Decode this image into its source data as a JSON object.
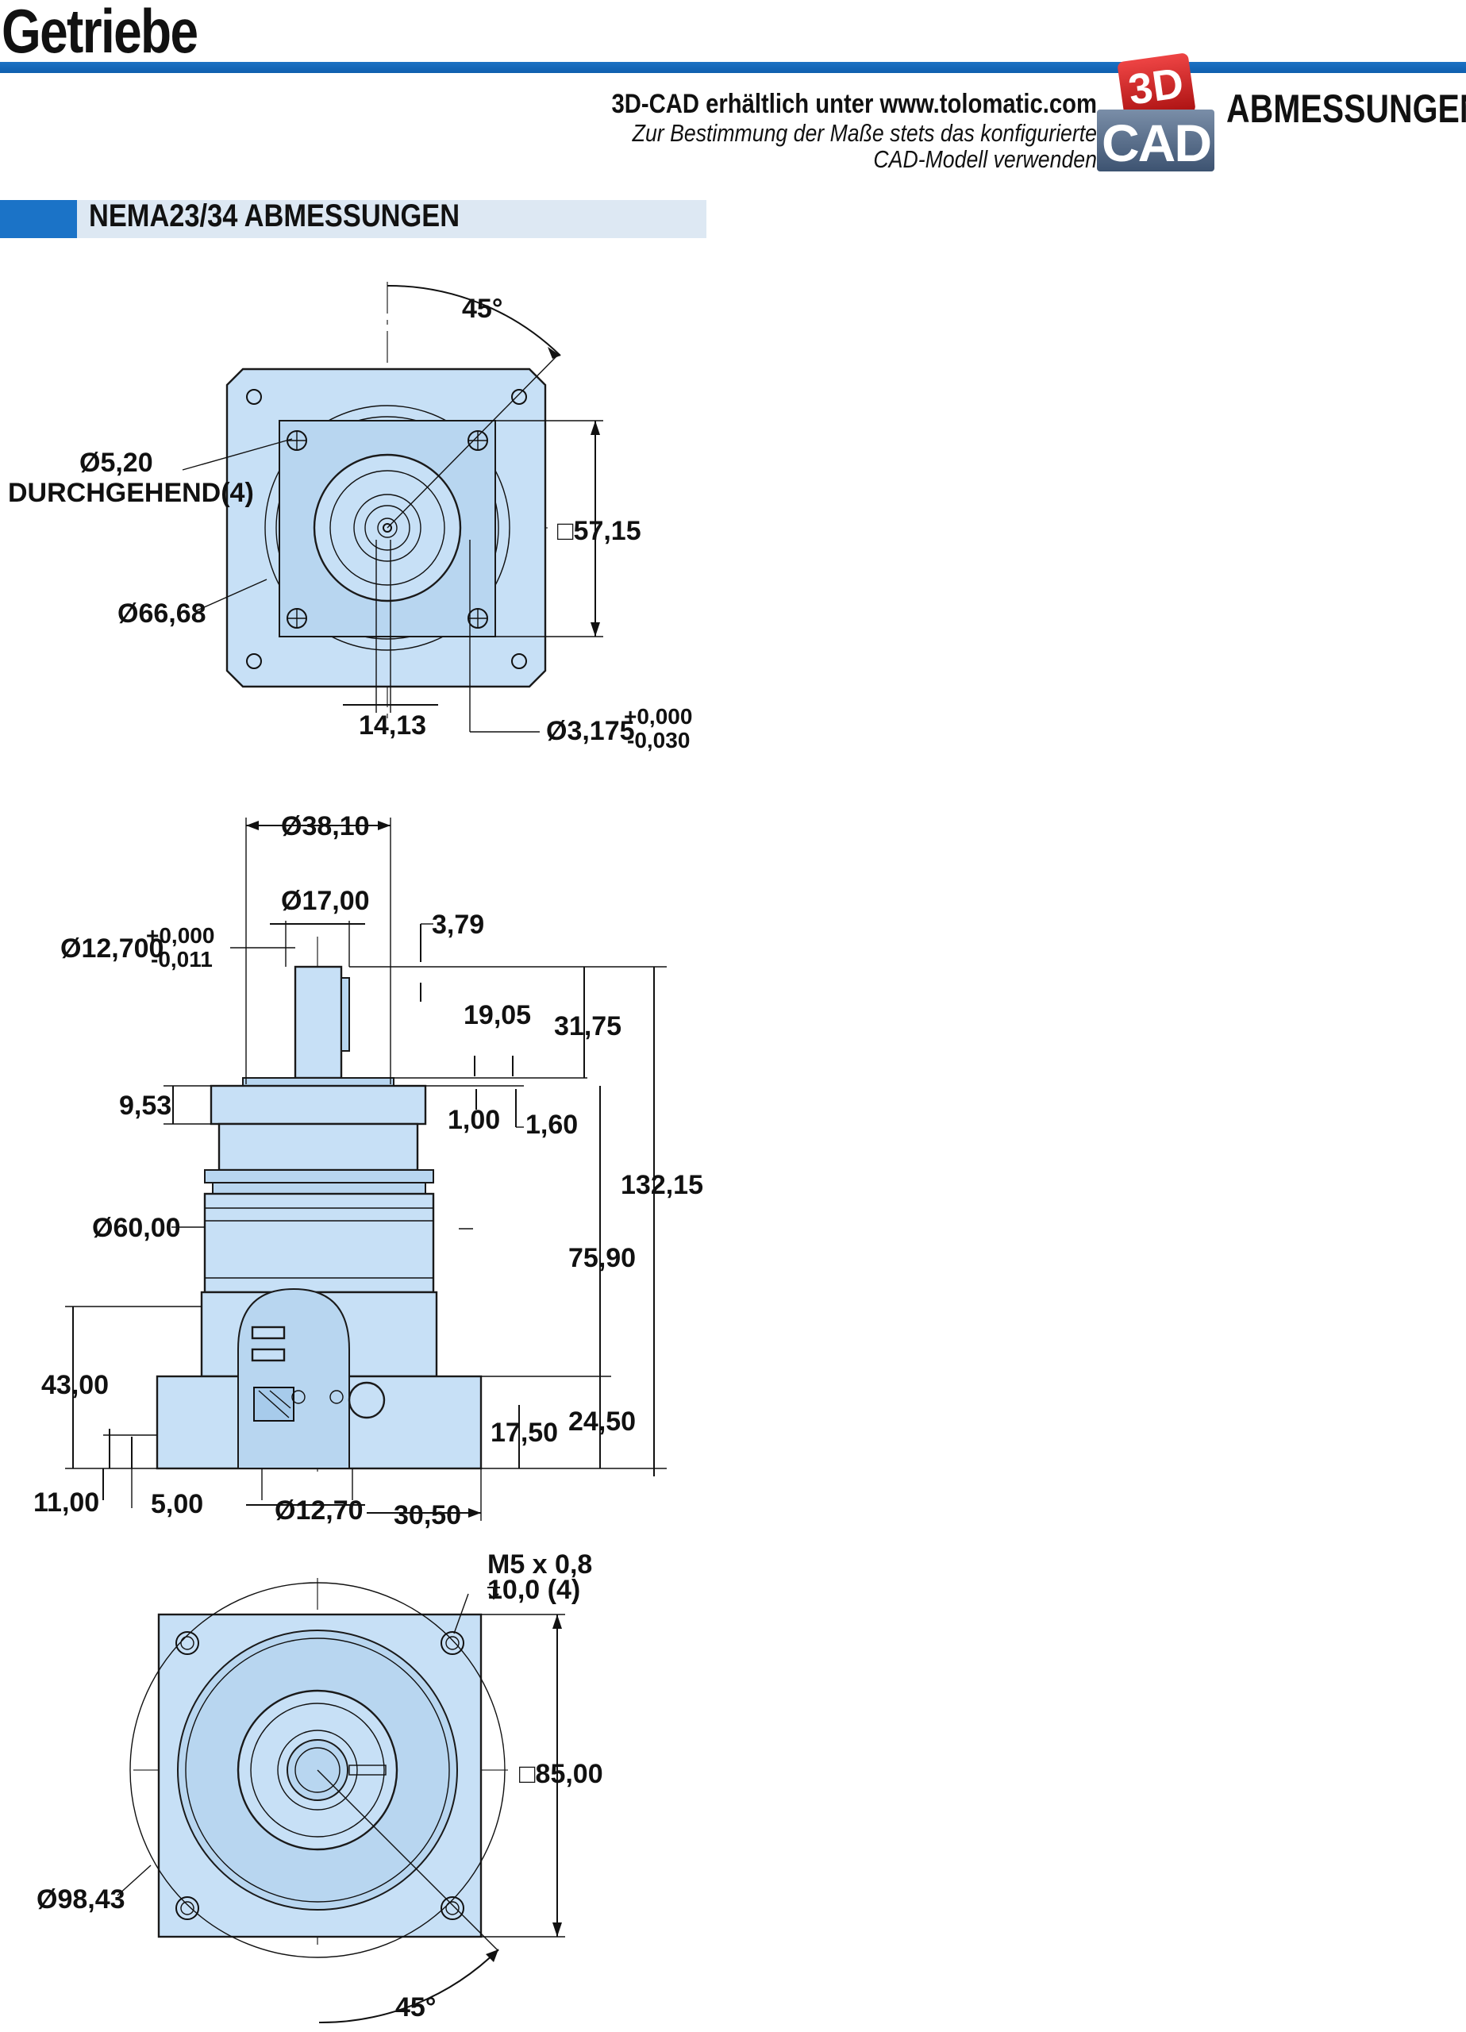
{
  "header": {
    "title": "Getriebe",
    "cad_line1": "3D-CAD erhältlich unter www.tolomatic.com",
    "cad_line2": "Zur Bestimmung der Maße stets das konfigurierte",
    "cad_line3": "CAD-Modell verwenden",
    "logo_top": "3D",
    "logo_bottom": "CAD",
    "section_label": "ABMESSUNGEN"
  },
  "subsection": {
    "title": "NEMA23/34 ABMESSUNGEN"
  },
  "colors": {
    "accent_blue": "#1b73c7",
    "part_fill": "#c7e0f6",
    "sub_bar_grey": "#dde8f3",
    "logo_red": "#cc2222"
  },
  "top_view": {
    "angle": "45°",
    "hole_dia": "Ø5,20",
    "hole_note": "DURCHGEHEND(4)",
    "pilot_dia": "Ø66,68",
    "square": "□57,15",
    "key_offset": "14,13",
    "shaft_dia": "Ø3,175",
    "shaft_tol_plus": "+0,000",
    "shaft_tol_minus": "-0,030"
  },
  "side_view": {
    "hub_dia": "Ø38,10",
    "collar_dia": "Ø17,00",
    "shaft_dia": "Ø12,700",
    "shaft_tol_plus": "+0,000",
    "shaft_tol_minus": "-0,011",
    "d_3_79": "3,79",
    "d_19_05": "19,05",
    "d_31_75": "31,75",
    "d_9_53": "9,53",
    "d_1_00": "1,00",
    "d_1_60": "1,60",
    "d_132_15": "132,15",
    "body_dia": "Ø60,00",
    "d_75_90": "75,90",
    "d_43_00": "43,00",
    "d_17_50": "17,50",
    "d_24_50": "24,50",
    "d_11_00": "11,00",
    "d_5_00": "5,00",
    "bore_dia": "Ø12,70",
    "d_30_50": "30,50"
  },
  "bottom_view": {
    "thread": "M5 x 0,8",
    "thread_depth": "10,0 (4)",
    "square": "□85,00",
    "bolt_circle": "Ø98,43",
    "angle": "45°"
  }
}
